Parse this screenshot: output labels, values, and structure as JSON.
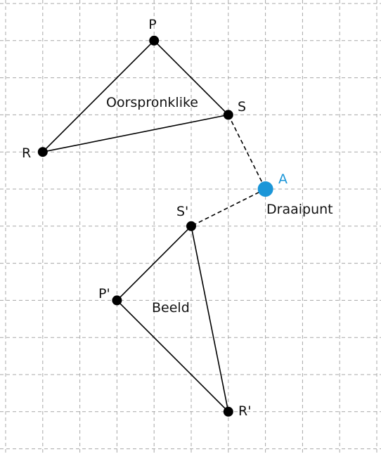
{
  "colors": {
    "grid": "#a8a8a8",
    "line": "#000000",
    "point": "#000000",
    "pivot": "#1b96d8",
    "text": "#111111"
  },
  "grid": {
    "style": "dashed",
    "columns": 10,
    "rows": 12
  },
  "original": {
    "label": "Oorspronklike",
    "points": {
      "P": {
        "label": "P",
        "grid": [
          4,
          1
        ]
      },
      "S": {
        "label": "S",
        "grid": [
          6,
          3
        ]
      },
      "R": {
        "label": "R",
        "grid": [
          1,
          4
        ]
      }
    }
  },
  "image": {
    "label": "Beeld",
    "points": {
      "S'": {
        "label": "S'",
        "grid": [
          5,
          6
        ]
      },
      "P'": {
        "label": "P'",
        "grid": [
          3,
          8
        ]
      },
      "R'": {
        "label": "R'",
        "grid": [
          6,
          11
        ]
      }
    }
  },
  "pivot": {
    "label": "A",
    "caption": "Draaipunt",
    "grid": [
      7,
      5
    ]
  }
}
